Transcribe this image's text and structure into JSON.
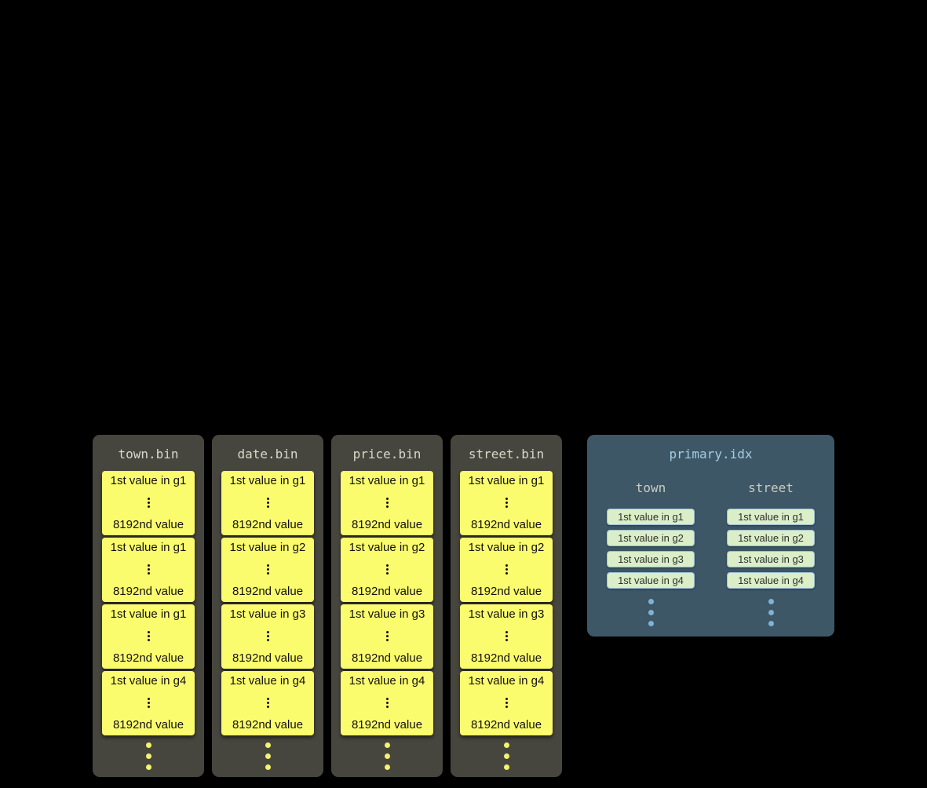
{
  "bin_columns": [
    {
      "title": "town.bin",
      "blocks": [
        {
          "first": "1st value in g1",
          "last": "8192nd value"
        },
        {
          "first": "1st value in g1",
          "last": "8192nd value"
        },
        {
          "first": "1st value in g1",
          "last": "8192nd value"
        },
        {
          "first": "1st value in g4",
          "last": "8192nd value"
        }
      ]
    },
    {
      "title": "date.bin",
      "blocks": [
        {
          "first": "1st value in g1",
          "last": "8192nd value"
        },
        {
          "first": "1st value in g2",
          "last": "8192nd value"
        },
        {
          "first": "1st value in g3",
          "last": "8192nd value"
        },
        {
          "first": "1st value in g4",
          "last": "8192nd value"
        }
      ]
    },
    {
      "title": "price.bin",
      "blocks": [
        {
          "first": "1st value in g1",
          "last": "8192nd value"
        },
        {
          "first": "1st value in g2",
          "last": "8192nd value"
        },
        {
          "first": "1st value in g3",
          "last": "8192nd value"
        },
        {
          "first": "1st value in g4",
          "last": "8192nd value"
        }
      ]
    },
    {
      "title": "street.bin",
      "blocks": [
        {
          "first": "1st value in g1",
          "last": "8192nd value"
        },
        {
          "first": "1st value in g2",
          "last": "8192nd value"
        },
        {
          "first": "1st value in g3",
          "last": "8192nd value"
        },
        {
          "first": "1st value in g4",
          "last": "8192nd value"
        }
      ]
    }
  ],
  "index_panel": {
    "title": "primary.idx",
    "columns": [
      {
        "header": "town",
        "entries": [
          "1st value in g1",
          "1st value in g2",
          "1st value in g3",
          "1st value in g4"
        ]
      },
      {
        "header": "street",
        "entries": [
          "1st value in g1",
          "1st value in g2",
          "1st value in g3",
          "1st value in g4"
        ]
      }
    ]
  },
  "colors": {
    "background": "#000000",
    "bin_column_bg": "#47463e",
    "bin_title_text": "#d8d8cc",
    "granule_block_bg": "#fbfb6e",
    "granule_text": "#111111",
    "bin_ellipsis_dots": "#f3f370",
    "index_panel_bg": "#3d5766",
    "index_title_text": "#a5cce4",
    "index_header_text": "#c9ccc2",
    "index_entry_bg": "#daeec7",
    "index_entry_text": "#2f2f2f",
    "index_ellipsis_dots": "#7fb2d6"
  }
}
